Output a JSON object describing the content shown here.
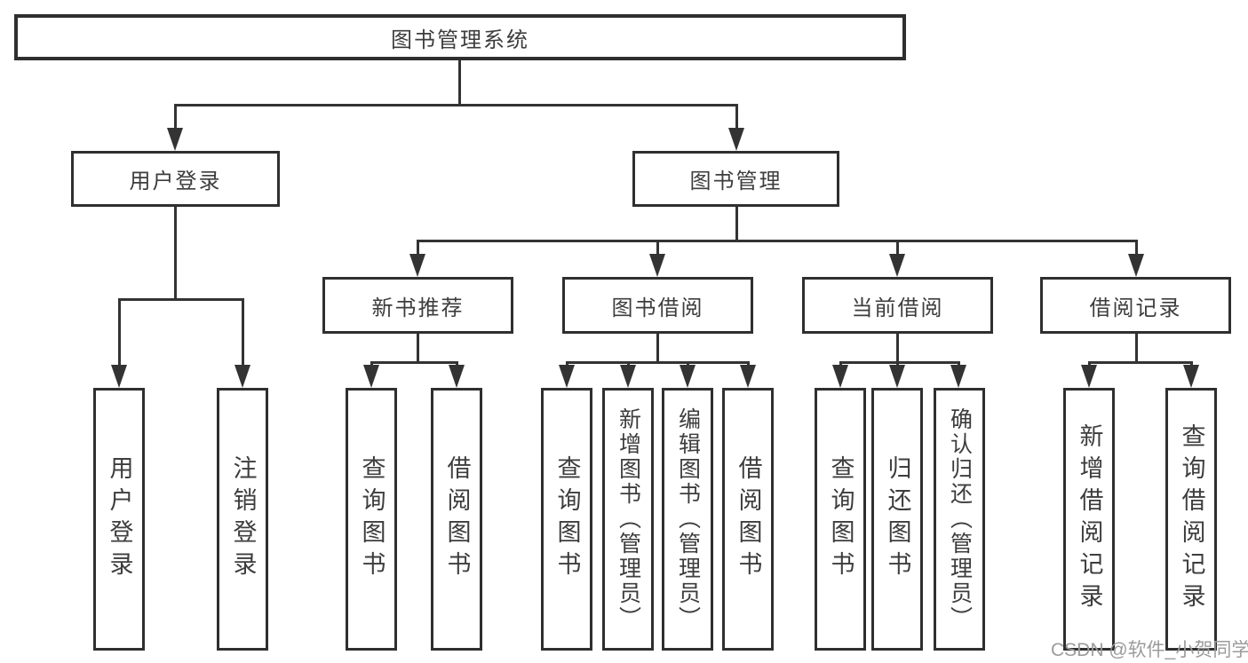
{
  "tree": {
    "root": {
      "label": "图书管理系统"
    },
    "branches": [
      {
        "label": "用户登录",
        "children": [
          {
            "label": "用户登录"
          },
          {
            "label": "注销登录"
          }
        ]
      },
      {
        "label": "图书管理",
        "children": [
          {
            "label": "新书推荐",
            "children": [
              {
                "label": "查询图书"
              },
              {
                "label": "借阅图书"
              }
            ]
          },
          {
            "label": "图书借阅",
            "children": [
              {
                "label": "查询图书"
              },
              {
                "label": "新增图书（管理员）"
              },
              {
                "label": "编辑图书（管理员）"
              },
              {
                "label": "借阅图书"
              }
            ]
          },
          {
            "label": "当前借阅",
            "children": [
              {
                "label": "查询图书"
              },
              {
                "label": "归还图书"
              },
              {
                "label": "确认归还（管理员）"
              }
            ]
          },
          {
            "label": "借阅记录",
            "children": [
              {
                "label": "新增借阅记录"
              },
              {
                "label": "查询借阅记录"
              }
            ]
          }
        ]
      }
    ]
  },
  "watermark": {
    "text": "CSDN @软件_小贺同学"
  },
  "colors": {
    "line": "#333333",
    "box_border": "#2f2f2f",
    "text": "#3d3d3d",
    "watermark": "#9b9b9b",
    "background": "#ffffff"
  }
}
